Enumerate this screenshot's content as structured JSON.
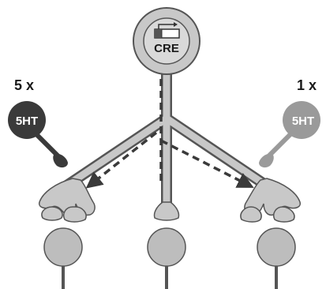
{
  "left_stim": {
    "count_label": "5 x",
    "neuron_label": "5HT",
    "body_color": "#3a3a3a",
    "text_color": "#ffffff"
  },
  "right_stim": {
    "count_label": "1 x",
    "neuron_label": "5HT",
    "body_color": "#9a9a9a",
    "text_color": "#ffffff"
  },
  "soma": {
    "label": "CRE"
  },
  "colors": {
    "neuron_fill": "#c8c8c8",
    "neuron_stroke": "#555555",
    "postsynaptic_fill": "#bdbdbd",
    "dashed_arrow": "#3a3a3a",
    "text": "#1a1a1a"
  },
  "icons": {
    "gene": "promoter-gene-icon",
    "arrows": "dashed-transport-arrow-icon"
  }
}
